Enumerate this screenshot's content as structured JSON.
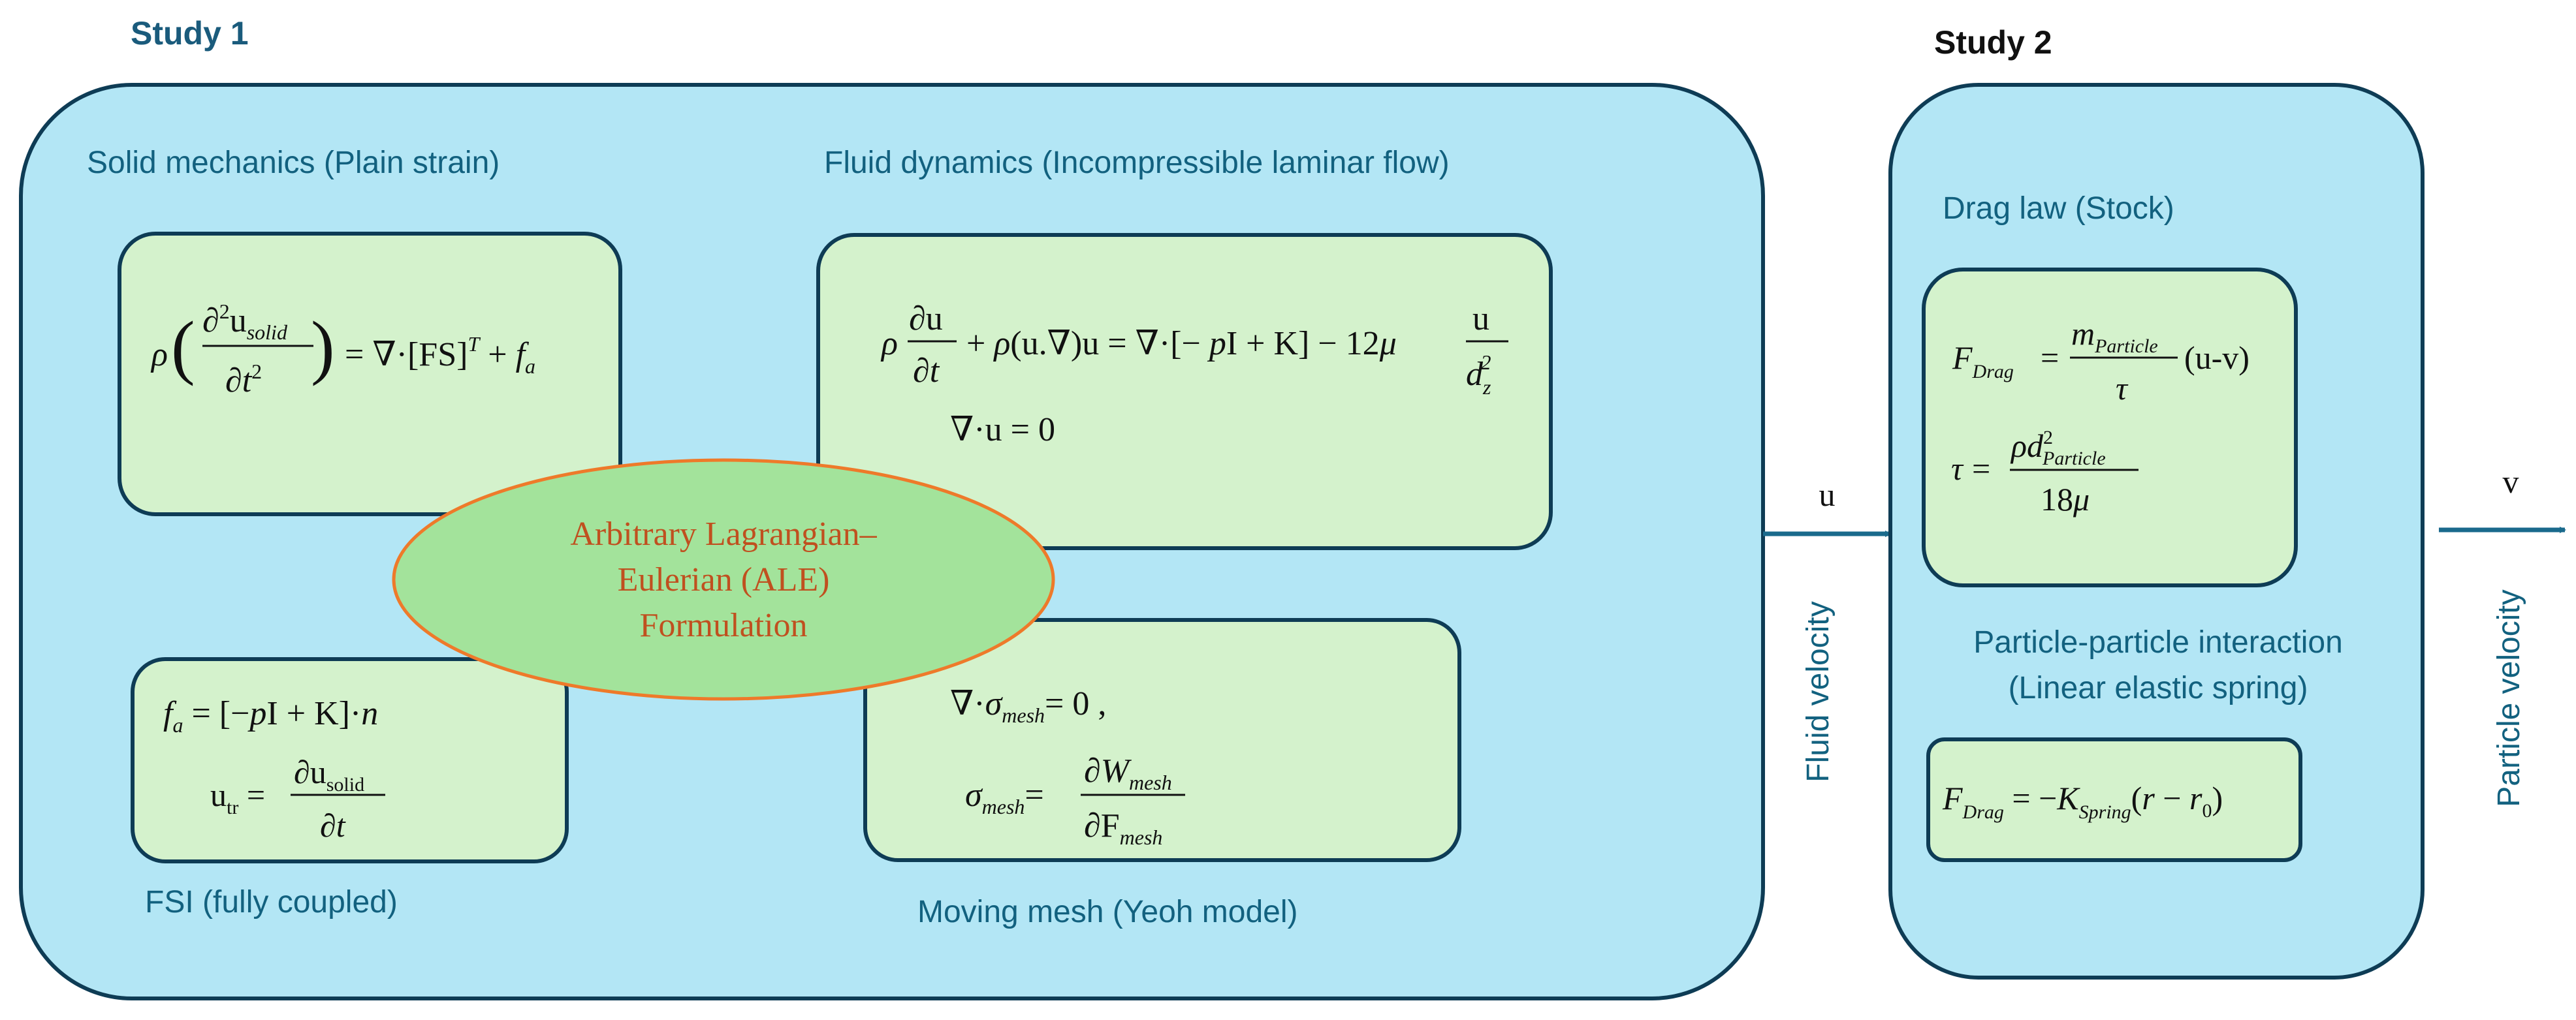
{
  "colors": {
    "study_title": "#1a5b7c",
    "study2_title": "#111111",
    "panel_fill": "#b3e6f5",
    "panel_stroke": "#0e3c55",
    "box_fill": "#d4f2cc",
    "box_stroke": "#0e3c55",
    "label_text": "#12617f",
    "ellipse_fill": "#a3e39b",
    "ellipse_stroke": "#ee7a2a",
    "ellipse_text": "#c0501f",
    "arrow": "#1a6a8c",
    "math": "#111111"
  },
  "study1": {
    "title": "Study 1",
    "solid_label": "Solid mechanics (Plain strain)",
    "fluid_label": "Fluid dynamics (Incompressible laminar flow)",
    "fsi_label": "FSI (fully coupled)",
    "mesh_label": "Moving mesh (Yeoh model)",
    "ale": {
      "line1": "Arbitrary Lagrangian–",
      "line2": "Eulerian (ALE)",
      "line3": "Formulation"
    }
  },
  "study2": {
    "title": "Study 2",
    "drag_label": "Drag law (Stock)",
    "interaction_label_line1": "Particle-particle interaction",
    "interaction_label_line2": "(Linear elastic spring)"
  },
  "arrows": {
    "u_symbol": "u",
    "u_caption": "Fluid velocity",
    "v_symbol": "v",
    "v_caption": "Particle velocity"
  },
  "equations": {
    "solid": "ρ(∂²u_solid/∂t²) = ∇·[FS]^T + f_a",
    "fluid_momentum": "ρ ∂u/∂t + ρ(u.∇)u = ∇·[−pI + K] − 12μ u/d_z²",
    "fluid_continuity": "∇·u = 0",
    "fsi_traction": "f_a = [−pI + K]·n",
    "fsi_velocity": "u_tr = ∂u_solid/∂t",
    "mesh_divergence": "∇·σ_mesh = 0 ,",
    "mesh_stress": "σ_mesh = ∂W_mesh/∂F_mesh",
    "drag_force": "F_Drag = m_Particle/τ (u-v)",
    "drag_tau": "τ = ρd²_Particle/18μ",
    "spring_force": "F_Drag = −K_Spring(r − r_0)"
  }
}
